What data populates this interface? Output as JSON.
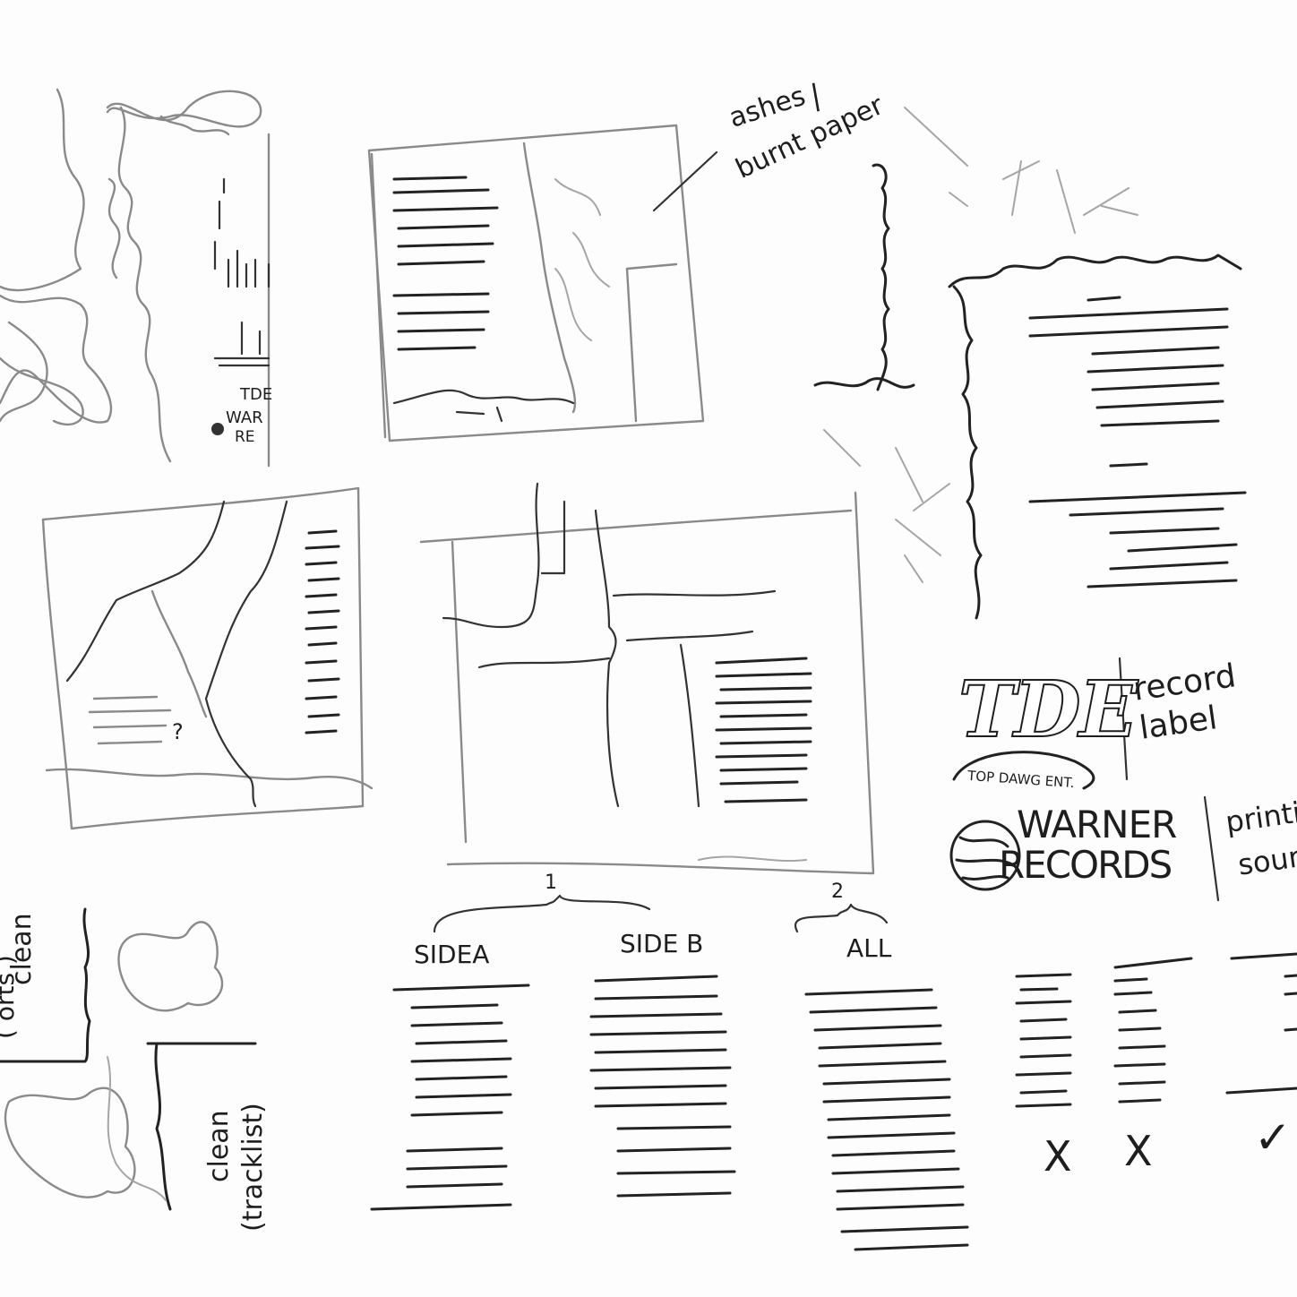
{
  "notes": {
    "ashes": "ashes",
    "burnt_paper": "burnt paper",
    "question_mark": "?",
    "record": "record",
    "label": "label",
    "printing": "printin",
    "source": "sour",
    "clean_top": "clean",
    "clean_top_paren": "( orts )",
    "clean_bottom": "clean",
    "tracklist": "(tracklist)"
  },
  "thumb1_logo": {
    "line1": "TDE",
    "line2": "WAR",
    "line3": "RE"
  },
  "logos": {
    "tde_wordmark": "TDE",
    "tde_sub": "TOP DAWG ENT.",
    "warner_line1": "WARNER",
    "warner_line2": "RECORDS"
  },
  "tracklist_options": {
    "group1_number": "1",
    "group2_number": "2",
    "side_a": "SIDEA",
    "side_b": "SIDE B",
    "all": "ALL"
  },
  "verdicts": {
    "first": "X",
    "second": "X",
    "third": "✓"
  }
}
